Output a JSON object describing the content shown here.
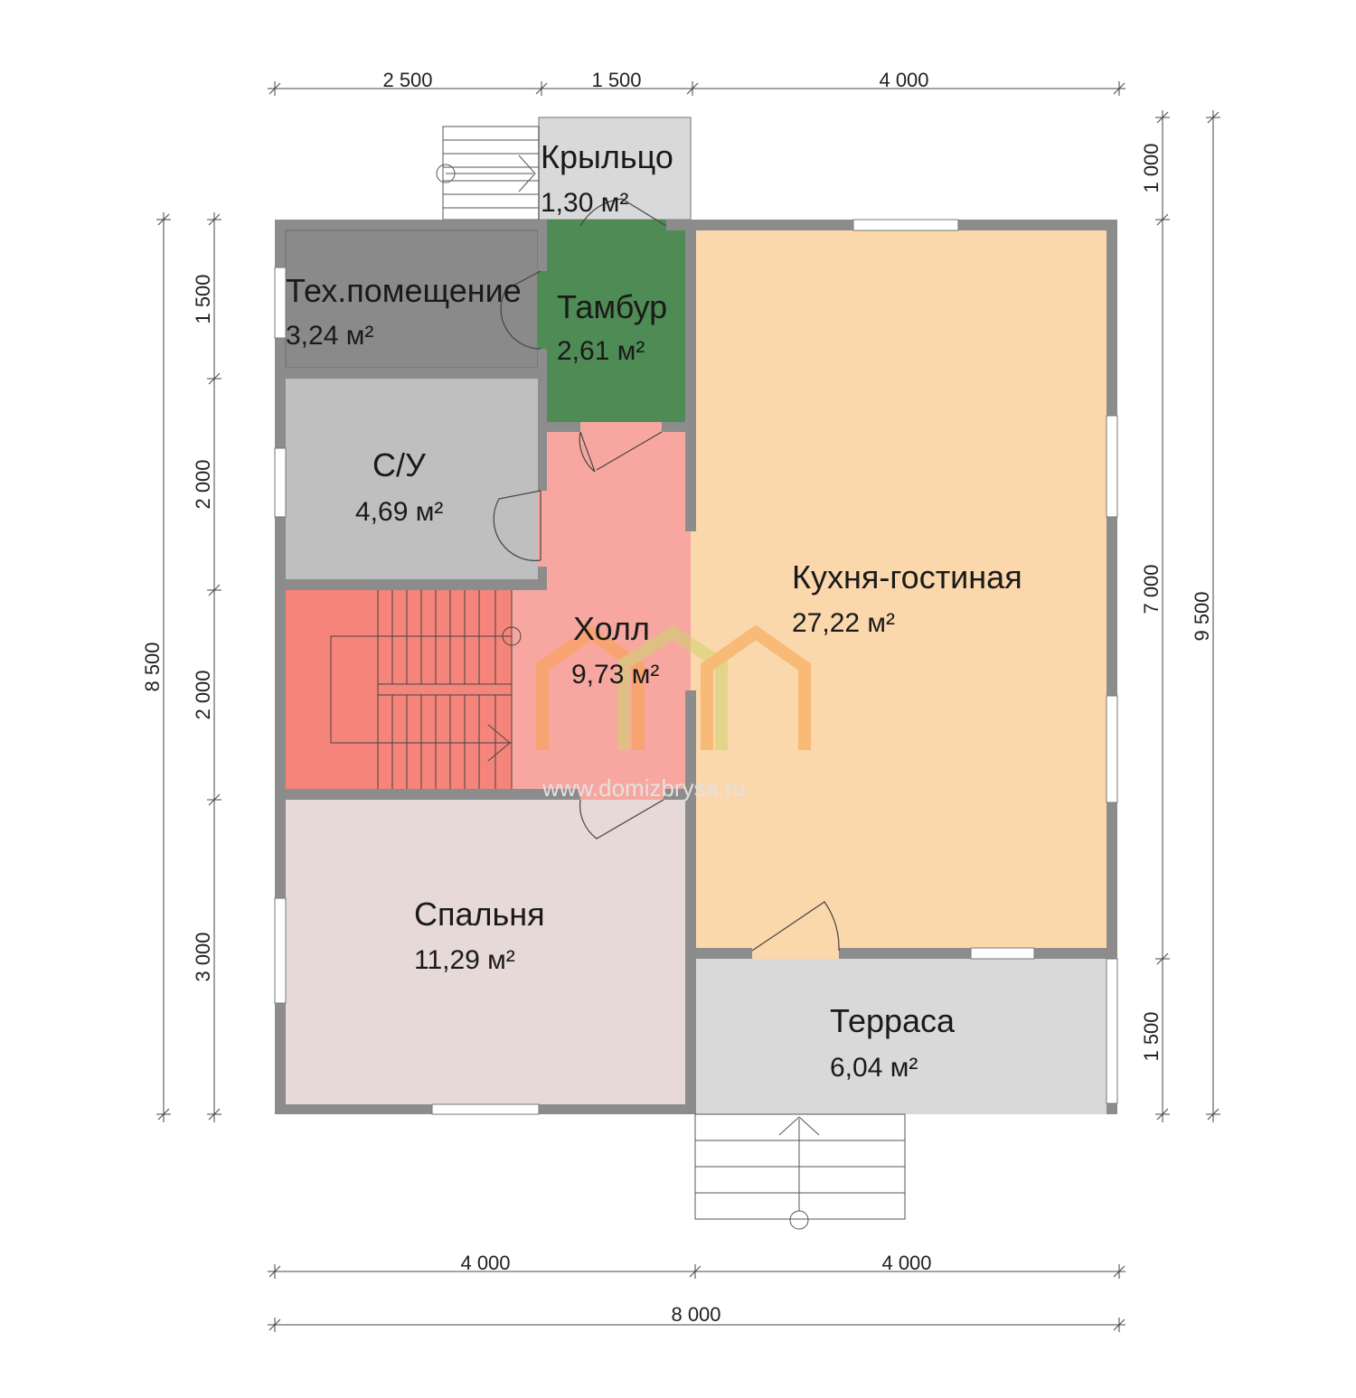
{
  "rooms": {
    "krylco": {
      "name": "Крыльцо",
      "area": "1,30 м²"
    },
    "tech": {
      "name": "Тех.помещение",
      "area": "3,24 м²"
    },
    "tambur": {
      "name": "Тамбур",
      "area": "2,61 м²"
    },
    "su": {
      "name": "С/У",
      "area": "4,69 м²"
    },
    "holl": {
      "name": "Холл",
      "area": "9,73 м²"
    },
    "kitchen": {
      "name": "Кухня-гостиная",
      "area": "27,22 м²"
    },
    "bedroom": {
      "name": "Спальня",
      "area": "11,29 м²"
    },
    "terrace": {
      "name": "Терраса",
      "area": "6,04 м²"
    }
  },
  "dimensions": {
    "top": [
      "2 500",
      "1 500",
      "4 000"
    ],
    "bottom": [
      "4 000",
      "4 000"
    ],
    "total": "8 000",
    "left_inner": [
      "1 500",
      "2 000",
      "2 000",
      "3 000"
    ],
    "left_outer": "8 500",
    "right_inner": [
      "1 000",
      "7 000",
      "1 500"
    ],
    "right_outer": "9 500"
  },
  "watermark": "www.domizbrysa.ru",
  "colors": {
    "wall": "#8c8c8c",
    "krylco": "#d9d9d9",
    "tech": "#8a8a8a",
    "tambur": "#4e8b55",
    "su": "#bfbfbf",
    "holl": "#f7a79f",
    "stairs": "#f5847a",
    "kitchen": "#fbd7ac",
    "bedroom": "#e7d9d8",
    "terrace": "#d9d9d9"
  }
}
